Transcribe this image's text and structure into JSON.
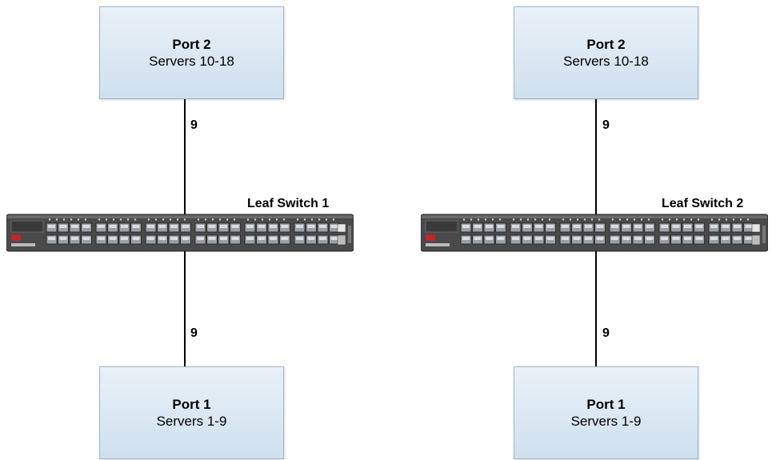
{
  "left": {
    "top_box": {
      "port": "Port 2",
      "servers": "Servers 10-18"
    },
    "top_link_label": "9",
    "switch_label": "Leaf Switch 1",
    "bottom_link_label": "9",
    "bottom_box": {
      "port": "Port 1",
      "servers": "Servers 1-9"
    }
  },
  "right": {
    "top_box": {
      "port": "Port 2",
      "servers": "Servers 10-18"
    },
    "top_link_label": "9",
    "switch_label": "Leaf Switch 2",
    "bottom_link_label": "9",
    "bottom_box": {
      "port": "Port 1",
      "servers": "Servers 1-9"
    }
  },
  "colors": {
    "box_fill": "#d9e7f2",
    "switch_body": "#4a4a4a",
    "switch_accent": "#c0262d"
  }
}
